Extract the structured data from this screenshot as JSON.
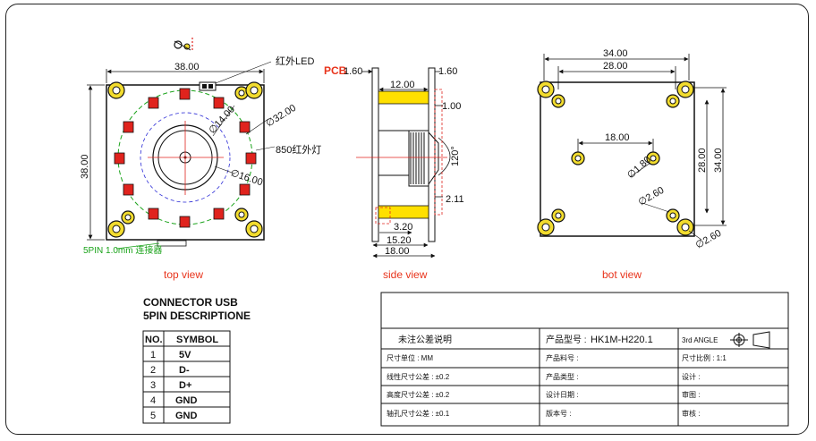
{
  "top_view": {
    "caption": "top view",
    "width_dim": "38.00",
    "height_dim": "38.00",
    "ir_led_label": "红外LED",
    "dia_14": "∅14.00",
    "dia_32": "∅32.00",
    "ir_lamp_label": "850红外灯",
    "dia_16": "∅16.00",
    "connector_label": "5PIN 1.0mm 连接器"
  },
  "side_view": {
    "caption": "side view",
    "pcb_label": "PCB",
    "dim_left_1_60": "1.60",
    "dim_right_1_60": "1.60",
    "dim_12_00": "12.00",
    "dim_1_00": "1.00",
    "dim_120": "120°",
    "dim_2_11": "2.11",
    "dim_3_20": "3.20",
    "dim_15_20": "15.20",
    "dim_18_00": "18.00"
  },
  "bot_view": {
    "caption": "bot view",
    "dim_34_top": "34.00",
    "dim_28_top": "28.00",
    "dim_18": "18.00",
    "dim_28_right": "28.00",
    "dim_34_right": "34.00",
    "dia_1_80": "∅1.80",
    "dia_2_60_a": "∅2.60",
    "dia_2_60_b": "∅2.60"
  },
  "connector_table": {
    "title_line1": "CONNECTOR USB",
    "title_line2": "5PIN DESCRIPTIONE",
    "headers": [
      "NO.",
      "SYMBOL"
    ],
    "rows": [
      {
        "no": "1",
        "symbol": "5V"
      },
      {
        "no": "2",
        "symbol": "D-"
      },
      {
        "no": "3",
        "symbol": "D+"
      },
      {
        "no": "4",
        "symbol": "GND"
      },
      {
        "no": "5",
        "symbol": "GND"
      }
    ]
  },
  "title_block": {
    "tol_header": "未注公差说明",
    "unit": "尺寸单位 : MM",
    "linear_tol": "线性尺寸公差 : ±0.2",
    "height_tol": "高度尺寸公差 : ±0.2",
    "hole_tol": "轴孔尺寸公差 : ±0.1",
    "model_label": "产品型号 :",
    "model_value": "HK1M-H220.1",
    "material": "产品料号 :",
    "customer": "产品类型 :",
    "design_date": "设计日期 :",
    "version": "版本号 :",
    "angle": "3rd ANGLE",
    "scale": "尺寸比例 : 1:1",
    "designer": "设计 :",
    "checker": "审图 :",
    "approver": "审核 :"
  },
  "colors": {
    "led_red": "#e0231d",
    "green_dash": "#1aa31a",
    "dim_blue": "#2b2bd6",
    "pad_yellow": "#f2dc2e",
    "highlight_yellow": "#ffe000",
    "label_red": "#e8341c"
  }
}
